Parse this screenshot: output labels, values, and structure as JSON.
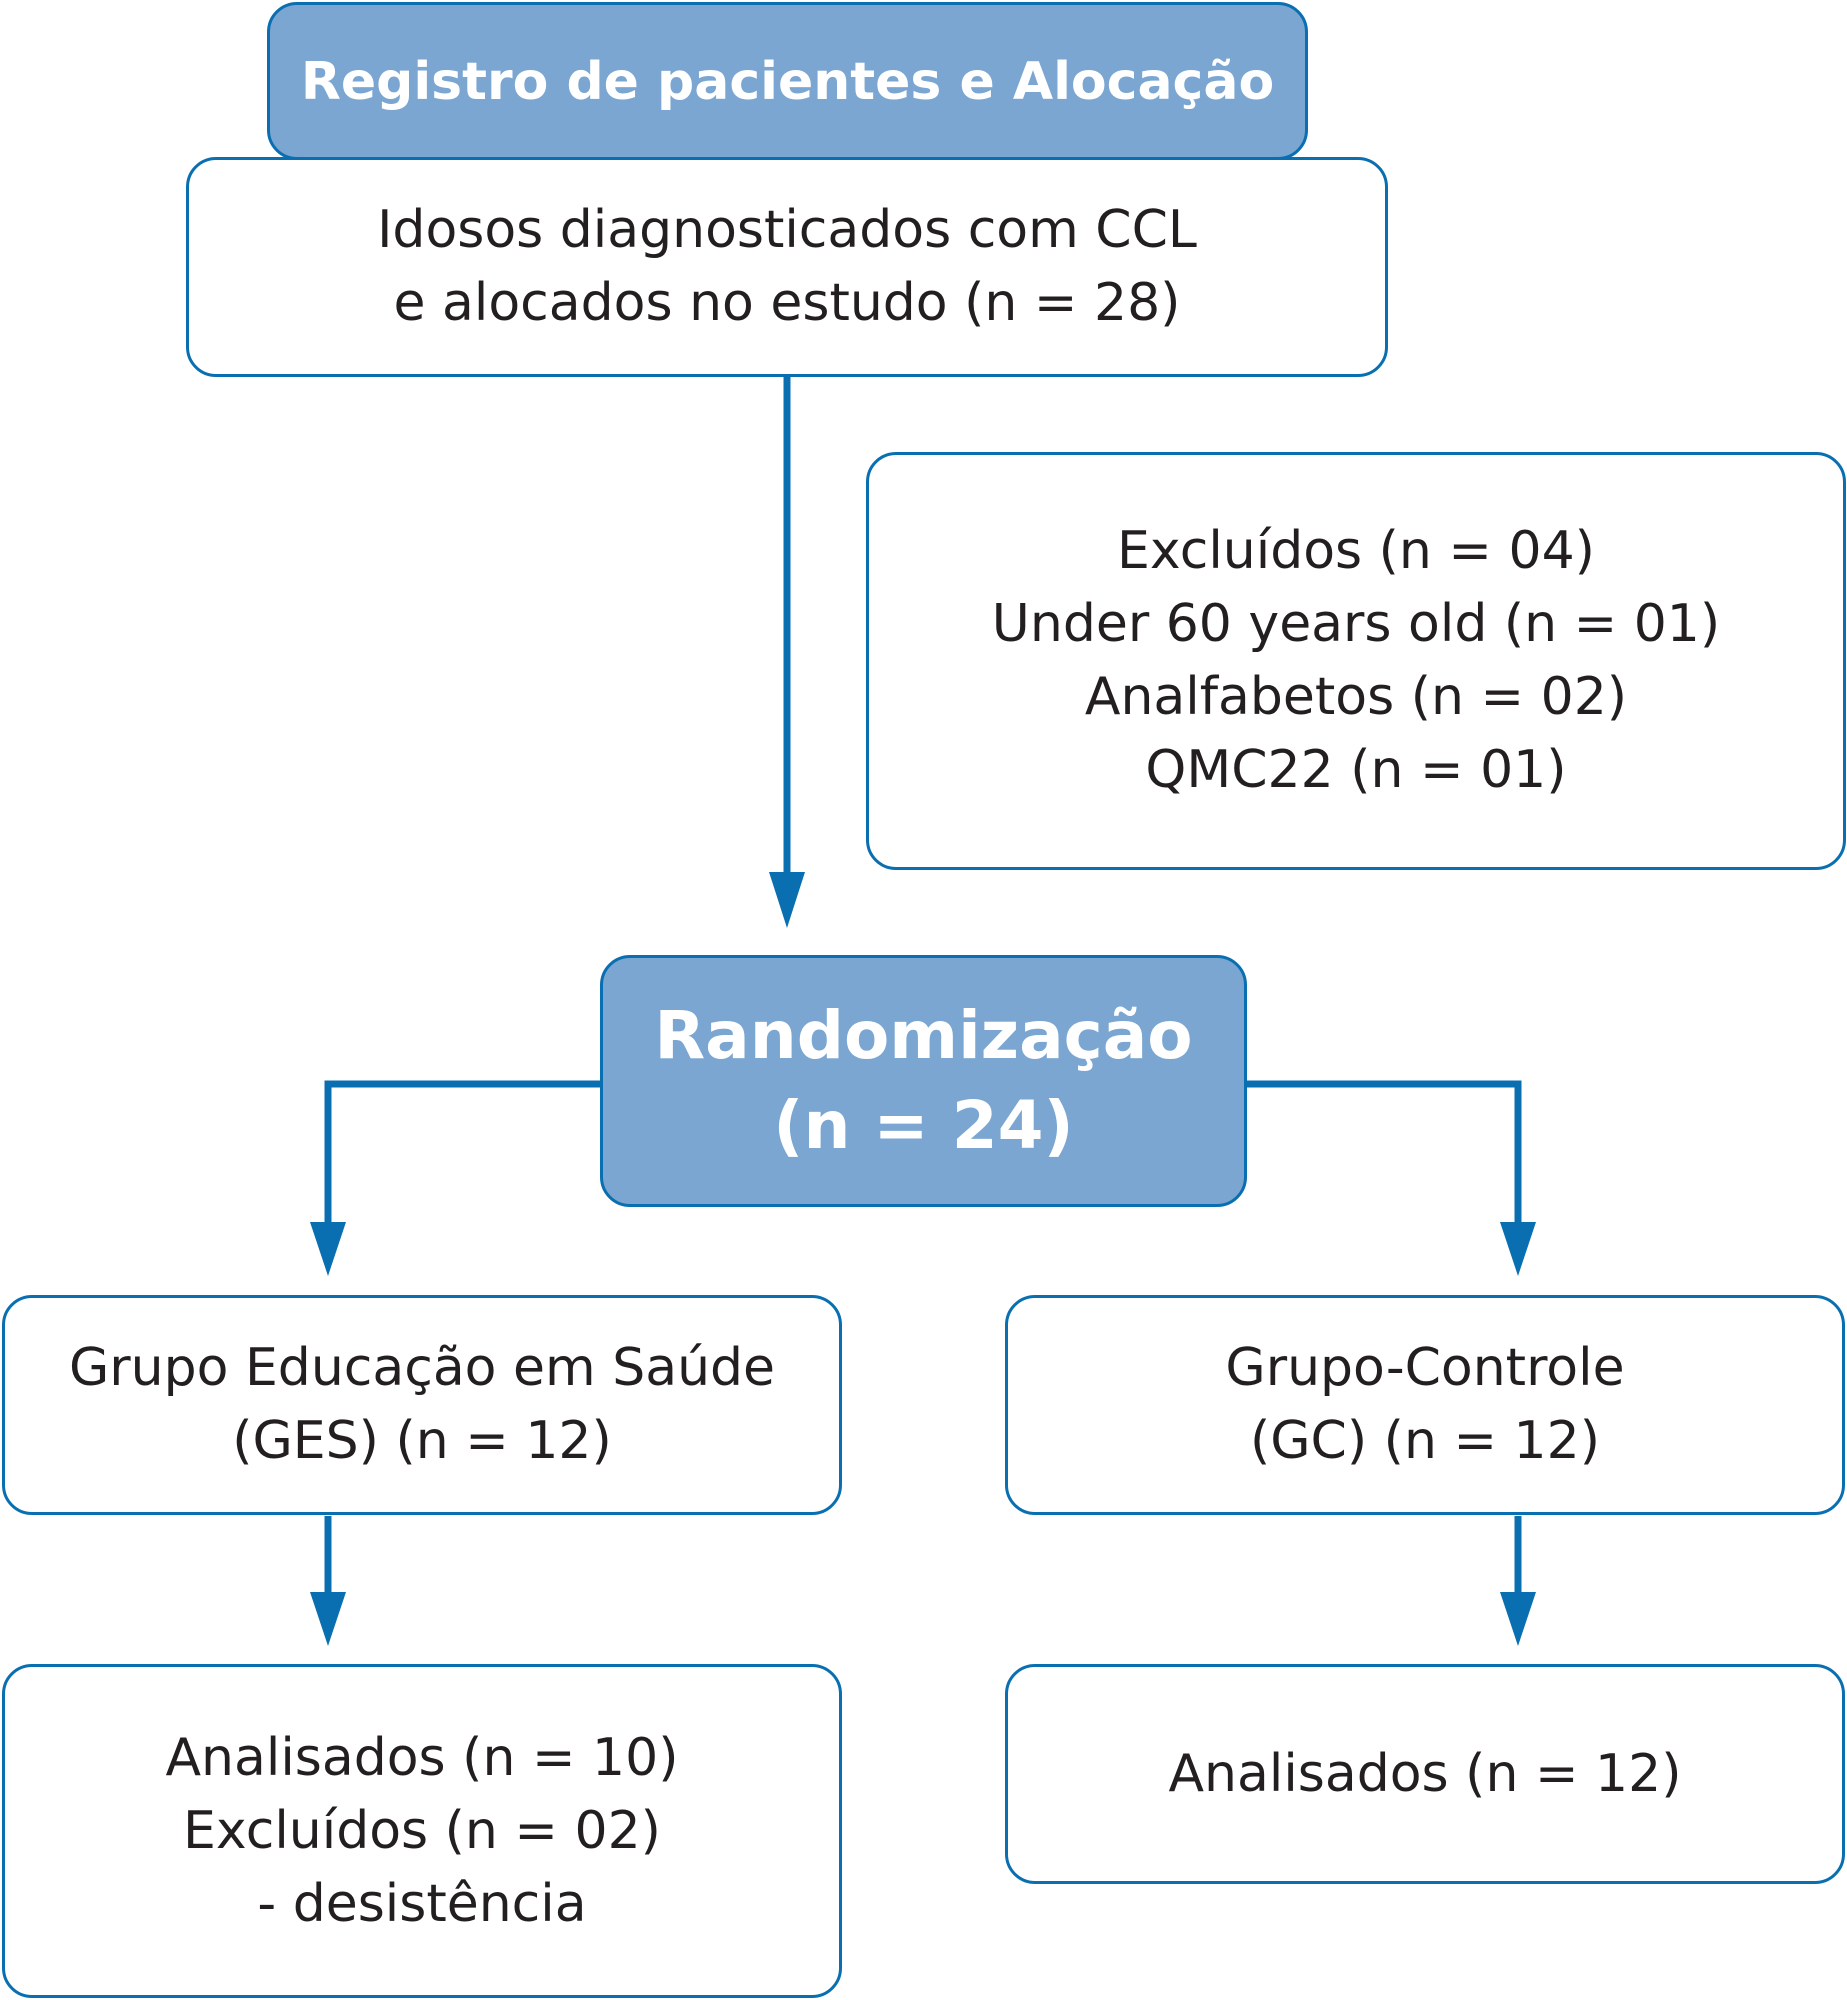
{
  "colors": {
    "accent": "#0a6fb0",
    "header_fill": "#7aa6d1",
    "text": "#231f20"
  },
  "header": {
    "title": "Registro de pacientes e Alocação"
  },
  "enrolled": {
    "lines": [
      "Idosos diagnosticados com CCL",
      "e alocados no estudo (n = 28)"
    ]
  },
  "excluded": {
    "lines": [
      "Excluídos (n = 04)",
      "Under 60 years old (n = 01)",
      "Analfabetos (n = 02)",
      "QMC22 (n = 01)"
    ]
  },
  "randomization": {
    "lines": [
      "Randomização",
      "(n = 24)"
    ]
  },
  "ges_group": {
    "lines": [
      "Grupo Educação em Saúde",
      "(GES) (n = 12)"
    ]
  },
  "control_group": {
    "lines": [
      "Grupo-Controle",
      "(GC) (n = 12)"
    ]
  },
  "ges_analysis": {
    "lines": [
      "Analisados (n = 10)",
      "Excluídos (n = 02)",
      "- desistência"
    ]
  },
  "control_analysis": {
    "lines": [
      "Analisados (n = 12)"
    ]
  }
}
